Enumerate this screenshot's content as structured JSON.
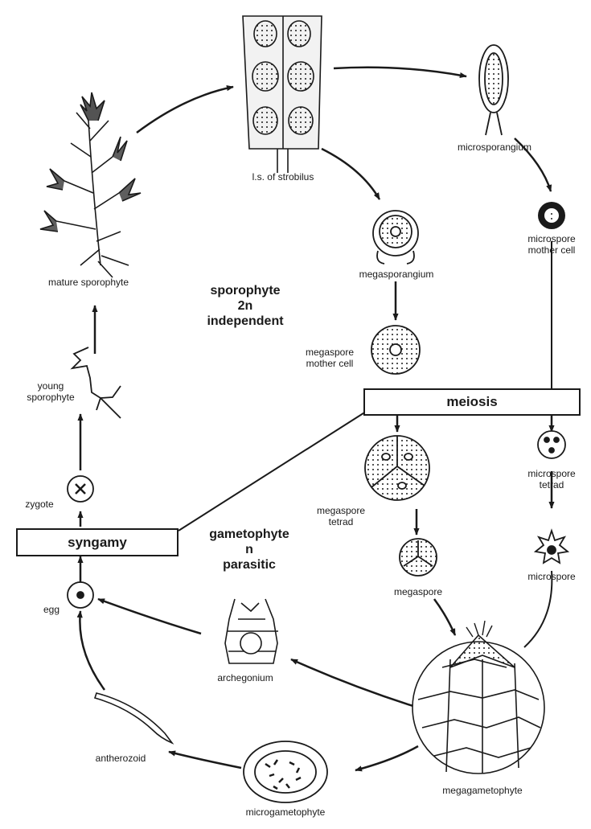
{
  "diagram": {
    "labels": {
      "strobilus": "l.s. of strobilus",
      "microsporangium": "microsporangium",
      "microspore_mother_cell_1": "microspore",
      "microspore_mother_cell_2": "mother cell",
      "megasporangium": "megasporangium",
      "megaspore_mother_cell_1": "megaspore",
      "megaspore_mother_cell_2": "mother cell",
      "mature_sporophyte": "mature sporophyte",
      "young_sporophyte_1": "young",
      "young_sporophyte_2": "sporophyte",
      "zygote": "zygote",
      "microspore_tetrad_1": "microspore",
      "microspore_tetrad_2": "tetrad",
      "megaspore_tetrad_1": "megaspore",
      "megaspore_tetrad_2": "tetrad",
      "megaspore": "megaspore",
      "microspore": "microspore",
      "egg": "egg",
      "archegonium": "archegonium",
      "antherozoid": "antherozoid",
      "microgametophyte": "microgametophyte",
      "megagametophyte": "megagametophyte"
    },
    "phase_sporophyte": {
      "line1": "sporophyte",
      "line2": "2n",
      "line3": "independent"
    },
    "phase_gametophyte": {
      "line1": "gametophyte",
      "line2": "n",
      "line3": "parasitic"
    },
    "meiosis": "meiosis",
    "syngamy": "syngamy"
  }
}
